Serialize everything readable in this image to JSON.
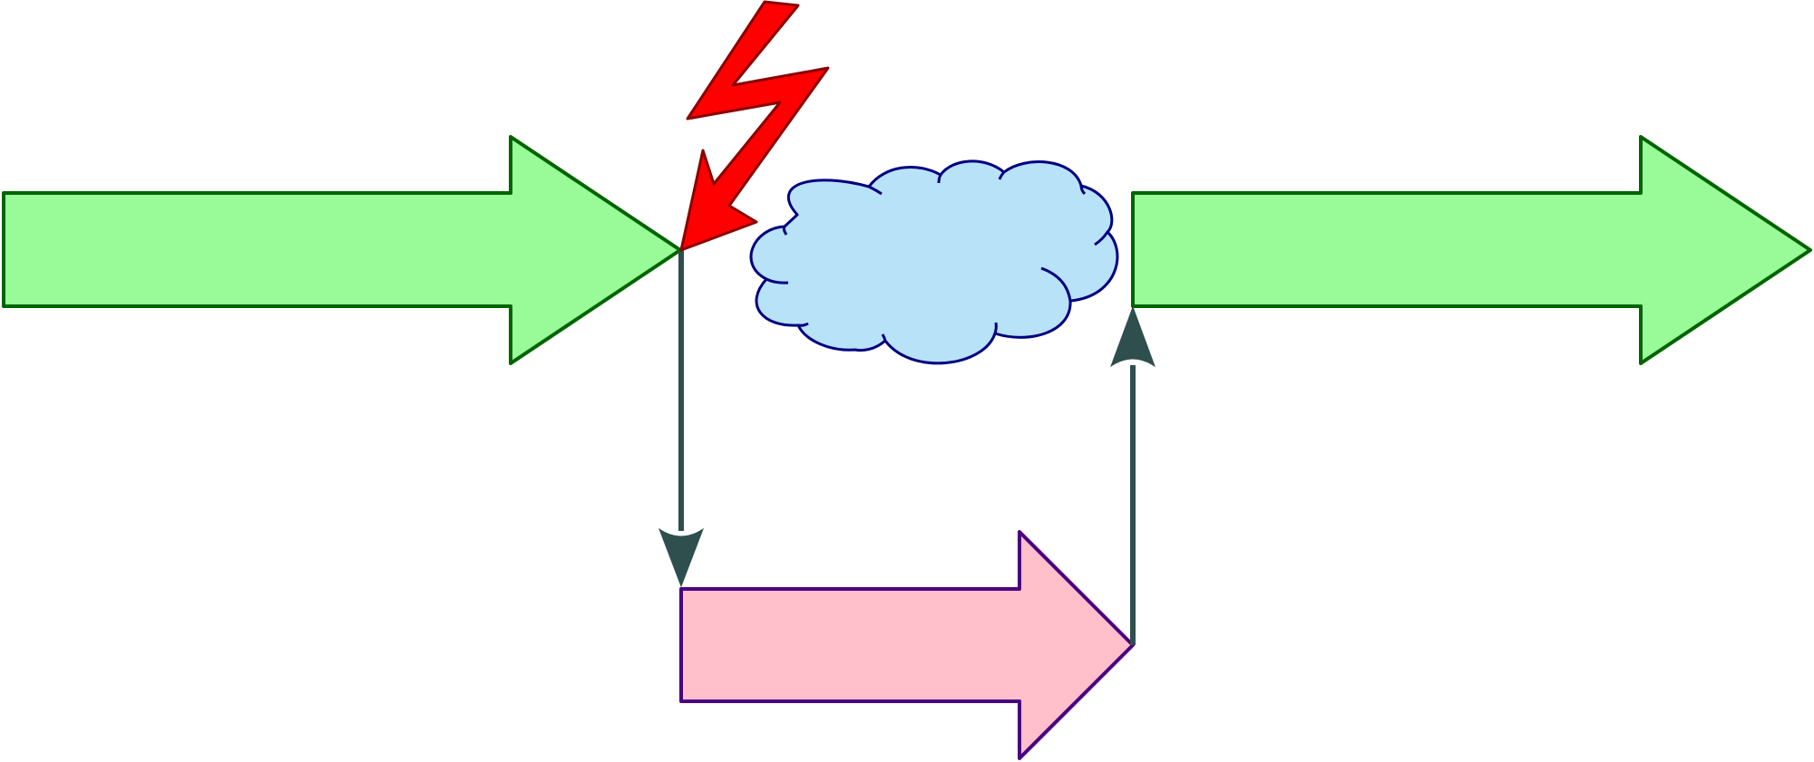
{
  "diagram": {
    "shapes": [
      {
        "id": "input-arrow",
        "kind": "block-arrow",
        "fill": "#98fb98",
        "stroke": "#006400"
      },
      {
        "id": "output-arrow",
        "kind": "block-arrow",
        "fill": "#98fb98",
        "stroke": "#006400"
      },
      {
        "id": "detour-arrow",
        "kind": "block-arrow",
        "fill": "#ffc0cb",
        "stroke": "#4b0082"
      },
      {
        "id": "lightning-bolt",
        "kind": "lightning",
        "fill": "#ff0000",
        "stroke": "#8b0000"
      },
      {
        "id": "cloud",
        "kind": "cloud",
        "fill": "#b8e2f8",
        "stroke": "#000080"
      }
    ],
    "connectors": [
      {
        "id": "down-connector",
        "from": "input-arrow",
        "to": "detour-arrow",
        "color": "#2f4f4f"
      },
      {
        "id": "up-connector",
        "from": "detour-arrow",
        "to": "output-arrow",
        "color": "#2f4f4f"
      }
    ]
  }
}
